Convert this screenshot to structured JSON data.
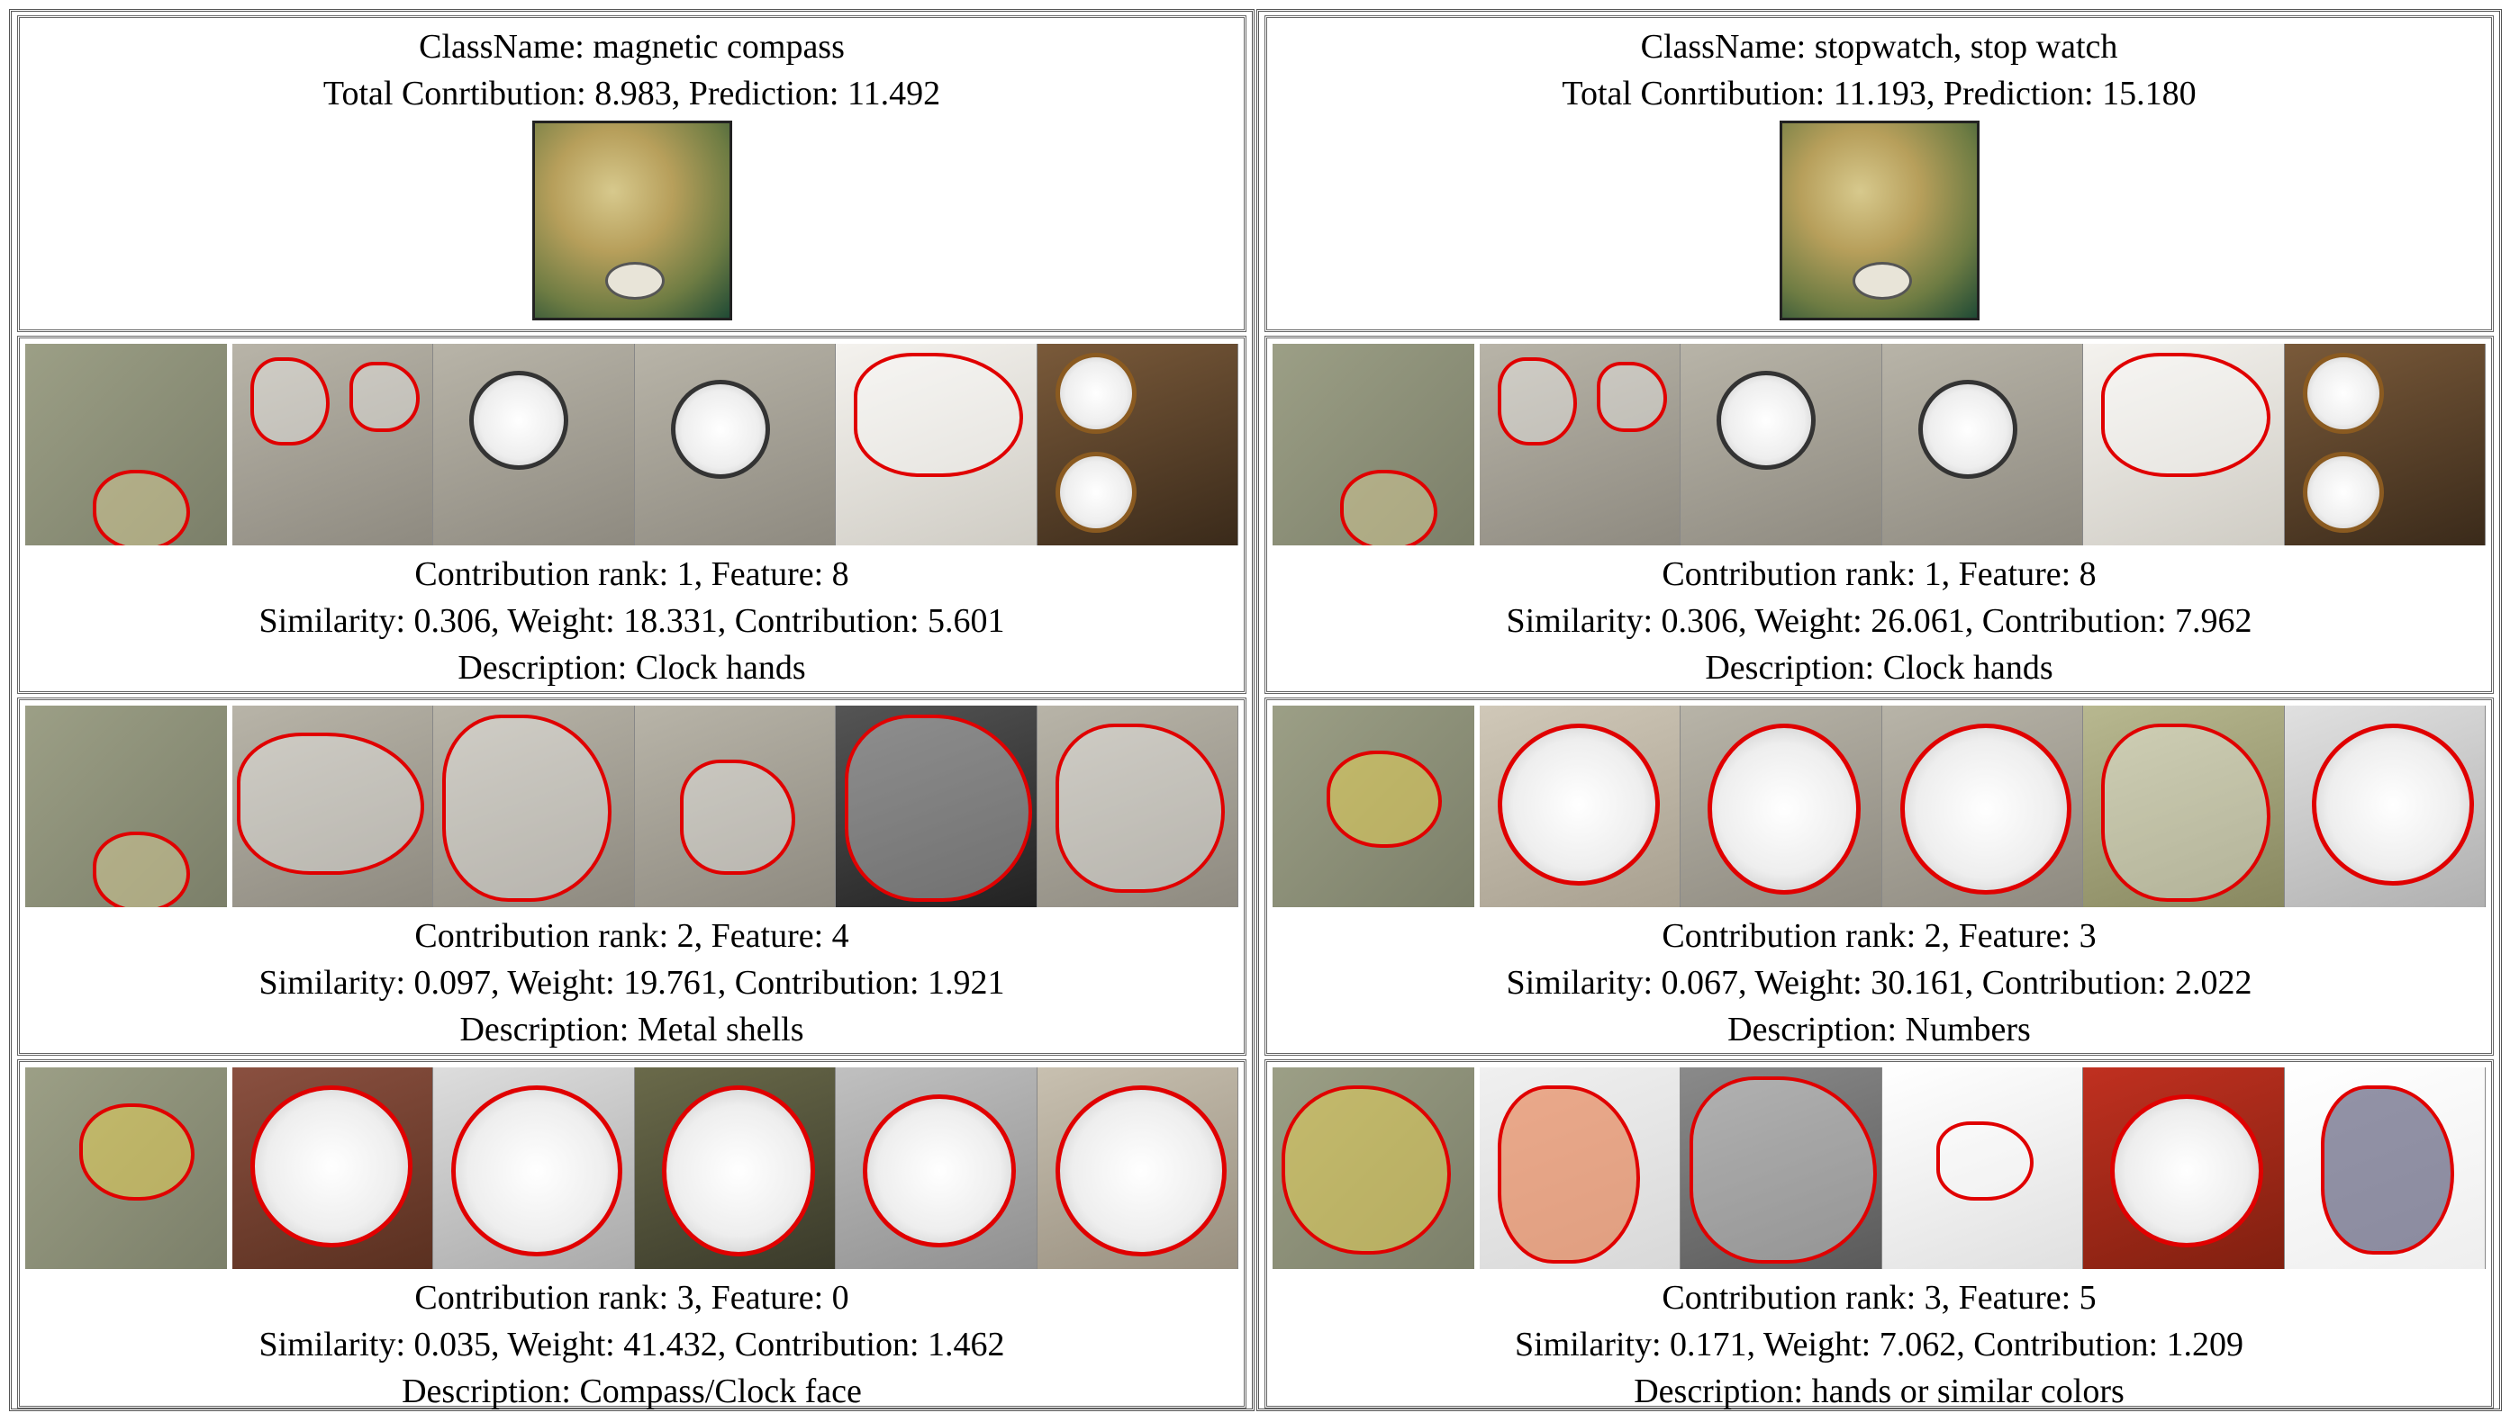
{
  "panels": [
    {
      "class_name": "ClassName: magnetic compass",
      "totals": "Total Conrtibution: 8.983, Prediction: 11.492",
      "features": [
        {
          "rank_line": "Contribution rank: 1, Feature: 8",
          "stats_line": "Similarity: 0.306, Weight: 18.331, Contribution: 5.601",
          "desc_line": "Description: Clock hands"
        },
        {
          "rank_line": "Contribution rank: 2, Feature: 4",
          "stats_line": "Similarity: 0.097, Weight: 19.761, Contribution: 1.921",
          "desc_line": "Description: Metal shells"
        },
        {
          "rank_line": "Contribution rank: 3, Feature: 0",
          "stats_line": "Similarity: 0.035, Weight: 41.432, Contribution: 1.462",
          "desc_line": "Description: Compass/Clock face"
        }
      ]
    },
    {
      "class_name": "ClassName: stopwatch, stop watch",
      "totals": "Total Conrtibution: 11.193, Prediction: 15.180",
      "features": [
        {
          "rank_line": "Contribution rank: 1, Feature: 8",
          "stats_line": "Similarity: 0.306, Weight: 26.061, Contribution: 7.962",
          "desc_line": "Description: Clock hands"
        },
        {
          "rank_line": "Contribution rank: 2, Feature: 3",
          "stats_line": "Similarity: 0.067, Weight: 30.161, Contribution: 2.022",
          "desc_line": "Description: Numbers"
        },
        {
          "rank_line": "Contribution rank: 3, Feature: 5",
          "stats_line": "Similarity: 0.171, Weight: 7.062, Contribution: 1.209",
          "desc_line": "Description: hands or similar colors"
        }
      ]
    }
  ],
  "colors": {
    "highlight_outline": "#e00000",
    "border": "#555555"
  }
}
